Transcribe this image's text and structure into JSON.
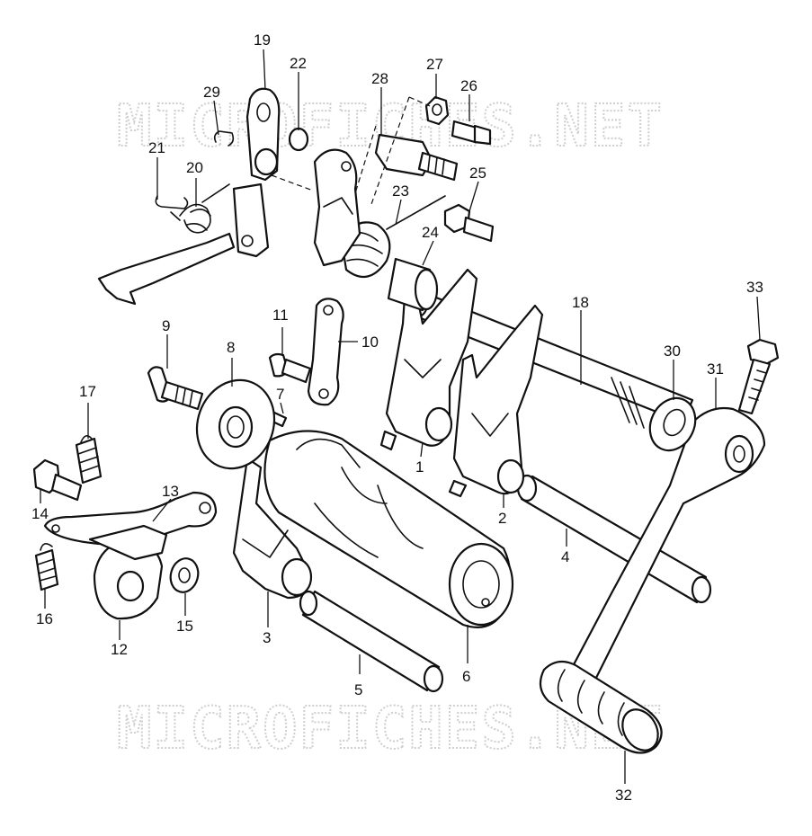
{
  "watermark": "MICROFICHES.NET",
  "callouts": [
    "1",
    "2",
    "3",
    "4",
    "5",
    "6",
    "7",
    "8",
    "9",
    "10",
    "11",
    "12",
    "13",
    "14",
    "15",
    "16",
    "17",
    "18",
    "19",
    "20",
    "21",
    "22",
    "23",
    "24",
    "25",
    "26",
    "27",
    "28",
    "29",
    "30",
    "31",
    "32",
    "33"
  ]
}
